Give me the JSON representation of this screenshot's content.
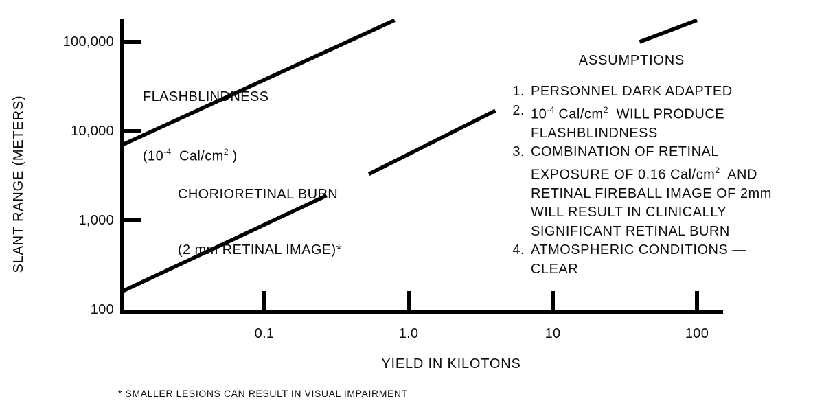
{
  "figure": {
    "background": "#ffffff",
    "ink": "#000000"
  },
  "chart_data": {
    "type": "line",
    "title": "",
    "xlabel": "YIELD IN KILOTONS",
    "ylabel": "SLANT RANGE (METERS)",
    "x_scale": "log",
    "y_scale": "log",
    "x_range": [
      0.01,
      150
    ],
    "y_range": [
      100,
      190000
    ],
    "grid": false,
    "legend": "labels drawn beside curves",
    "x_ticks": [
      {
        "value": 0.1,
        "label": "0.1",
        "tick_mark": true
      },
      {
        "value": 1.0,
        "label": "1.0",
        "tick_mark": true
      },
      {
        "value": 10,
        "label": "10",
        "tick_mark": true
      },
      {
        "value": 100,
        "label": "100",
        "tick_mark": true
      }
    ],
    "y_ticks": [
      {
        "value": 100,
        "label": "100",
        "tick_mark": false
      },
      {
        "value": 1000,
        "label": "1,000",
        "tick_mark": true
      },
      {
        "value": 10000,
        "label": "10,000",
        "tick_mark": true
      },
      {
        "value": 100000,
        "label": "100,000",
        "tick_mark": true
      }
    ],
    "series": [
      {
        "id": "flashblindness",
        "name": "FLASHBLINDNESS (10⁻⁴ Cal/cm²)",
        "segments": [
          [
            [
              0.0103,
              7000
            ],
            [
              0.8,
              175000
            ]
          ],
          [
            [
              40,
              100000
            ],
            [
              100,
              175000
            ]
          ]
        ]
      },
      {
        "id": "chorioretinal-burn",
        "name": "CHORIORETINAL BURN (2 mm RETINAL IMAGE)*",
        "segments": [
          [
            [
              0.0103,
              160
            ],
            [
              0.27,
              1900
            ]
          ],
          [
            [
              0.53,
              3300
            ],
            [
              4.0,
              17000
            ]
          ]
        ]
      }
    ]
  },
  "labels": {
    "flashblindness": {
      "line1": "FLASHBLINDNESS",
      "line2": "(10^{-4}  Cal/cm^{2} )"
    },
    "chorioretinal": {
      "line1": "CHORIORETINAL BURN",
      "line2": "(2 mm RETINAL IMAGE)*"
    }
  },
  "assumptions": {
    "title": "ASSUMPTIONS",
    "items": [
      {
        "number": "1.",
        "lines": [
          "PERSONNEL DARK ADAPTED"
        ]
      },
      {
        "number": "2.",
        "lines": [
          "10^{-4} Cal/cm^{2}  WILL PRODUCE",
          "FLASHBLINDNESS"
        ]
      },
      {
        "number": "3.",
        "lines": [
          "COMBINATION OF RETINAL",
          "EXPOSURE OF 0.16 Cal/cm^{2}  AND",
          "RETINAL FIREBALL IMAGE OF 2mm",
          "WILL RESULT IN CLINICALLY",
          "SIGNIFICANT RETINAL BURN"
        ]
      },
      {
        "number": "4.",
        "lines": [
          "ATMOSPHERIC CONDITIONS —",
          "CLEAR"
        ]
      }
    ]
  },
  "footnote": "* SMALLER LESIONS CAN RESULT IN VISUAL IMPAIRMENT"
}
